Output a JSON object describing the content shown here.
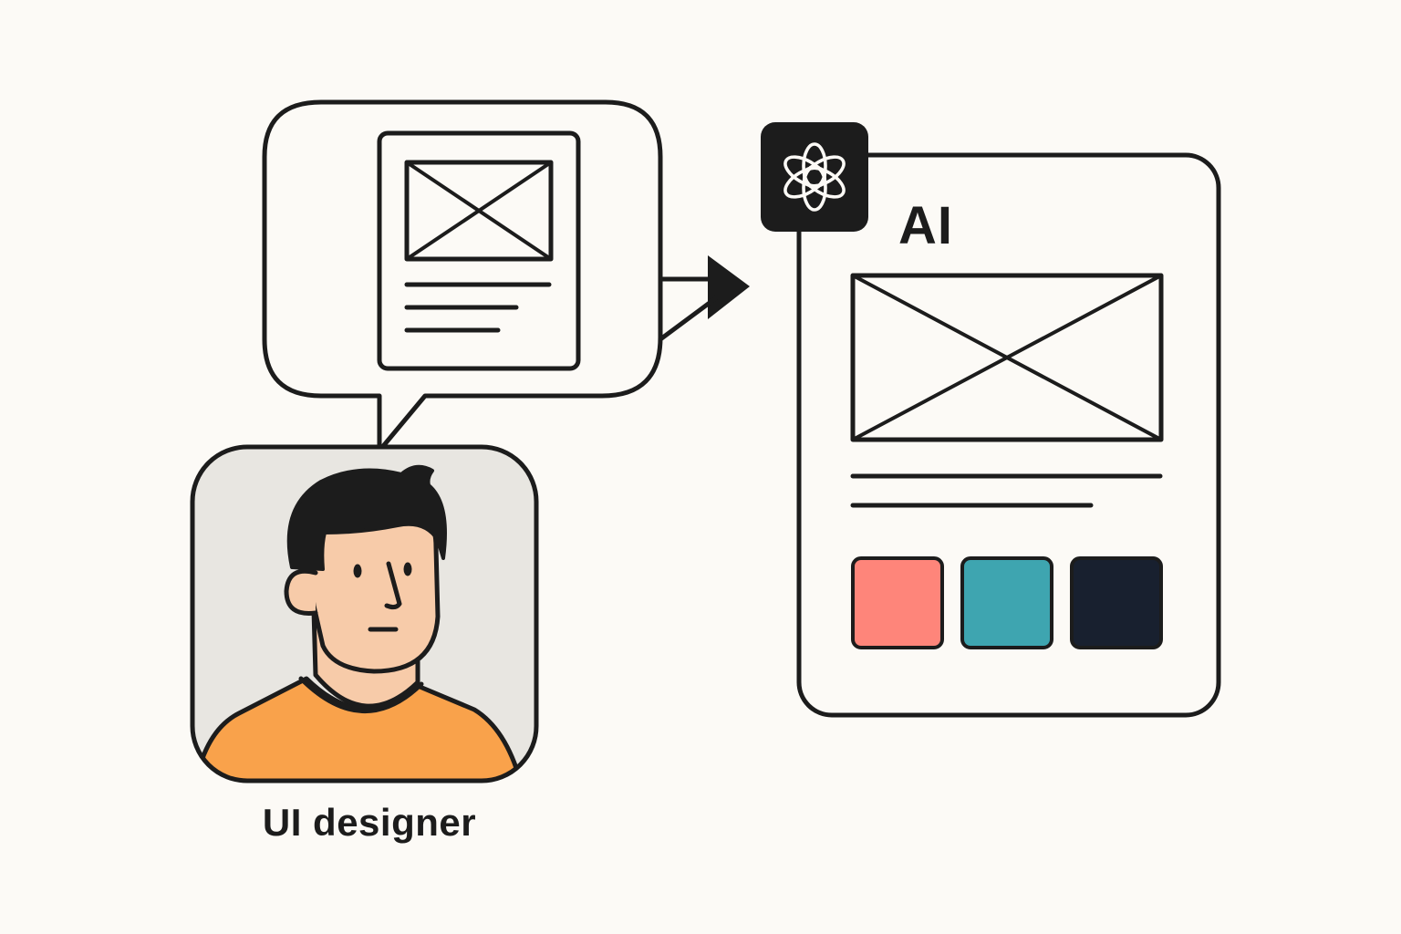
{
  "person": {
    "label": "UI designer",
    "shirt_color": "#f9a24b",
    "skin_color": "#f7cba9",
    "hair_color": "#1c1c1c",
    "background_color": "#e8e6e1"
  },
  "ai_panel": {
    "label": "AI",
    "logo_icon": "openai-logo-icon",
    "swatches": [
      {
        "name": "coral",
        "color": "#fe857a"
      },
      {
        "name": "teal",
        "color": "#3ea5b0"
      },
      {
        "name": "navy",
        "color": "#18202f"
      }
    ]
  },
  "colors": {
    "stroke": "#1c1c1c",
    "background": "#fcfaf6",
    "paper": "#fcfaf6"
  }
}
